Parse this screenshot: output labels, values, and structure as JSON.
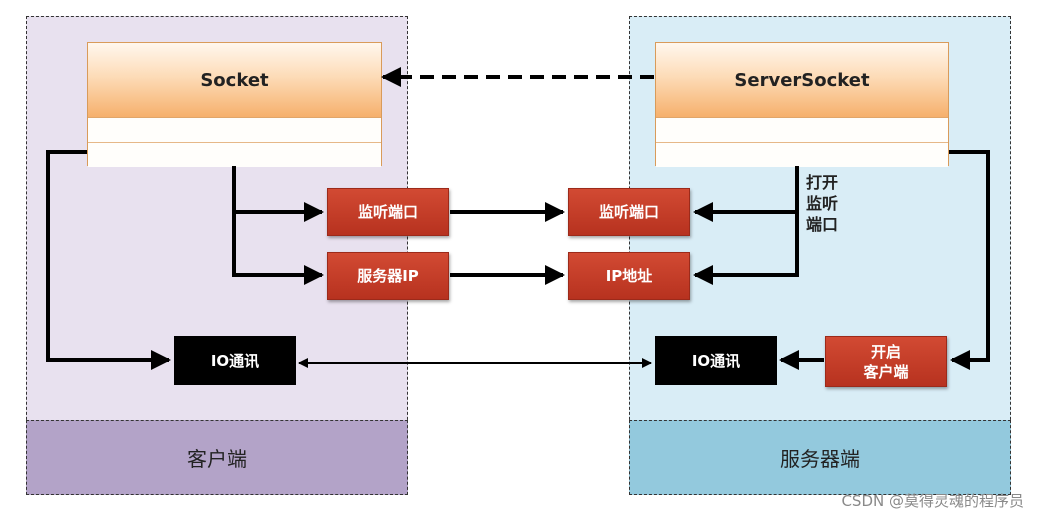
{
  "client": {
    "section_label": "客户端",
    "class_name": "Socket",
    "listen_port_label": "监听端口",
    "server_ip_label": "服务器IP",
    "io_label": "IO通讯"
  },
  "server": {
    "section_label": "服务器端",
    "class_name": "ServerSocket",
    "listen_port_label": "监听端口",
    "ip_address_label": "IP地址",
    "io_label": "IO通讯",
    "open_client_label": "开启\n客户端",
    "open_listen_port_note": "打开\n监听\n端口"
  },
  "watermark": "CSDN @莫得灵魂的程序员"
}
